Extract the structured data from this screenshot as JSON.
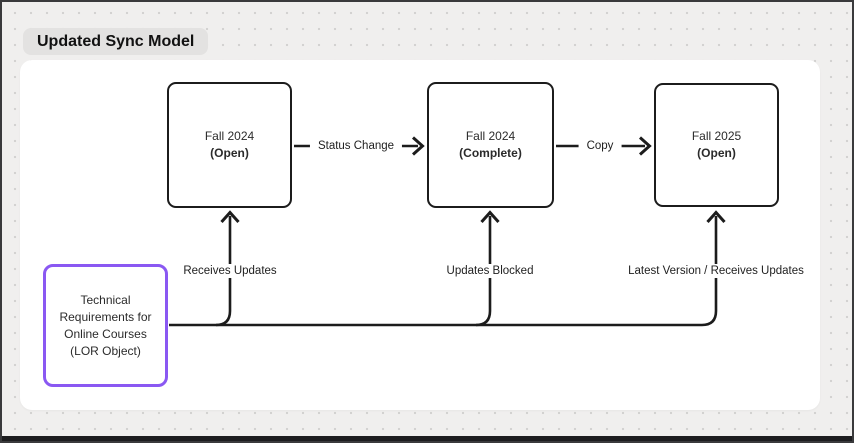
{
  "title": "Updated Sync Model",
  "colors": {
    "accent_purple": "#8a58f2",
    "line_black": "#1c1c1c",
    "canvas_bg": "#f0efee",
    "board_bg": "#ffffff",
    "title_pill_bg": "#e3e2e1"
  },
  "nodes": {
    "box1": {
      "line1": "Fall 2024",
      "line2": "(Open)"
    },
    "box2": {
      "line1": "Fall 2024",
      "line2": "(Complete)"
    },
    "box3": {
      "line1": "Fall 2025",
      "line2": "(Open)"
    },
    "lor": {
      "lines": [
        "Technical",
        "Requirements for",
        "Online Courses",
        "(LOR Object)"
      ]
    }
  },
  "connectors": {
    "status_change": "Status Change",
    "copy": "Copy",
    "receives_updates": "Receives Updates",
    "updates_blocked": "Updates Blocked",
    "latest_version": "Latest Version / Receives Updates"
  }
}
